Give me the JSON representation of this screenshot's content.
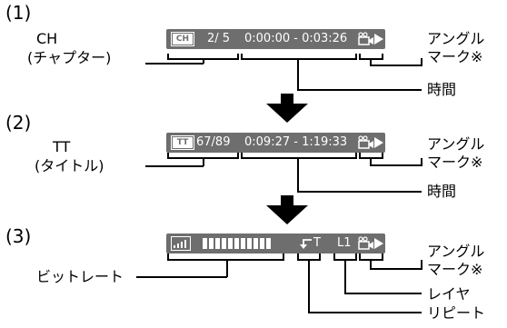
{
  "steps": [
    {
      "number": "(1)",
      "title": "CH",
      "title_sub": "(チャプター)",
      "badge": "CH",
      "display_left": "2/ 5",
      "display_time": "0:00:00 - 0:03:26",
      "label_angle_1": "アングル",
      "label_angle_2": "マーク※",
      "label_time": "時間"
    },
    {
      "number": "(2)",
      "title": "TT",
      "title_sub": "(タイトル)",
      "badge": "TT",
      "display_left": "67/89",
      "display_time": "0:09:27 - 1:19:33",
      "label_angle_1": "アングル",
      "label_angle_2": "マーク※",
      "label_time": "時間"
    },
    {
      "number": "(3)",
      "display_repeat": "T",
      "display_layer": "L1",
      "label_bitrate": "ビットレート",
      "label_angle_1": "アングル",
      "label_angle_2": "マーク※",
      "label_layer": "レイヤ",
      "label_repeat": "リピート"
    }
  ],
  "colors": {
    "bar": "#6e6e6e",
    "bar_text": "#ffffff",
    "arrow": "#000000"
  },
  "icons": [
    "camera-icon",
    "play-icon",
    "signal-icon",
    "repeat-icon",
    "down-arrow-icon"
  ]
}
